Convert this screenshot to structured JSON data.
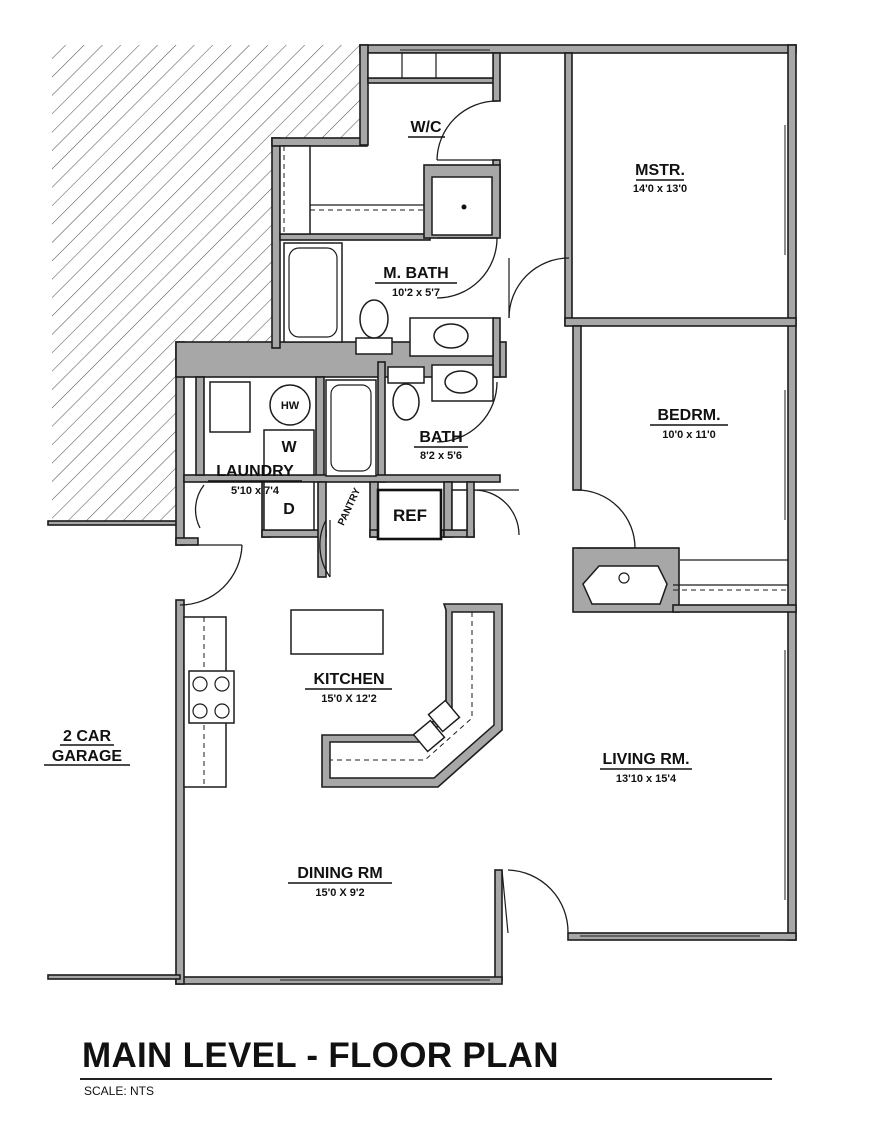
{
  "plan": {
    "title": "MAIN LEVEL - FLOOR PLAN",
    "scale": "SCALE: NTS"
  },
  "rooms": {
    "wc": {
      "name": "W/C"
    },
    "master": {
      "name": "MSTR.",
      "dims": "14'0 x 13'0"
    },
    "master_bath": {
      "name": "M. BATH",
      "dims": "10'2 x 5'7"
    },
    "bath": {
      "name": "BATH",
      "dims": "8'2 x 5'6"
    },
    "bedroom": {
      "name": "BEDRM.",
      "dims": "10'0 x 11'0"
    },
    "laundry": {
      "name": "LAUNDRY",
      "dims": "5'10 x 7'4"
    },
    "kitchen": {
      "name": "KITCHEN",
      "dims": "15'0 X 12'2"
    },
    "living": {
      "name": "LIVING RM.",
      "dims": "13'10 x 15'4"
    },
    "dining": {
      "name": "DINING RM",
      "dims": "15'0 X 9'2"
    },
    "garage": {
      "line1": "2 CAR",
      "line2": "GARAGE"
    }
  },
  "fixtures": {
    "water_heater": "HW",
    "washer": "W",
    "dryer": "D",
    "pantry": "PANTRY",
    "refrigerator": "REF"
  },
  "colors": {
    "wall": "#a7a7a7",
    "line": "#1c1c1c",
    "background": "#ffffff"
  }
}
